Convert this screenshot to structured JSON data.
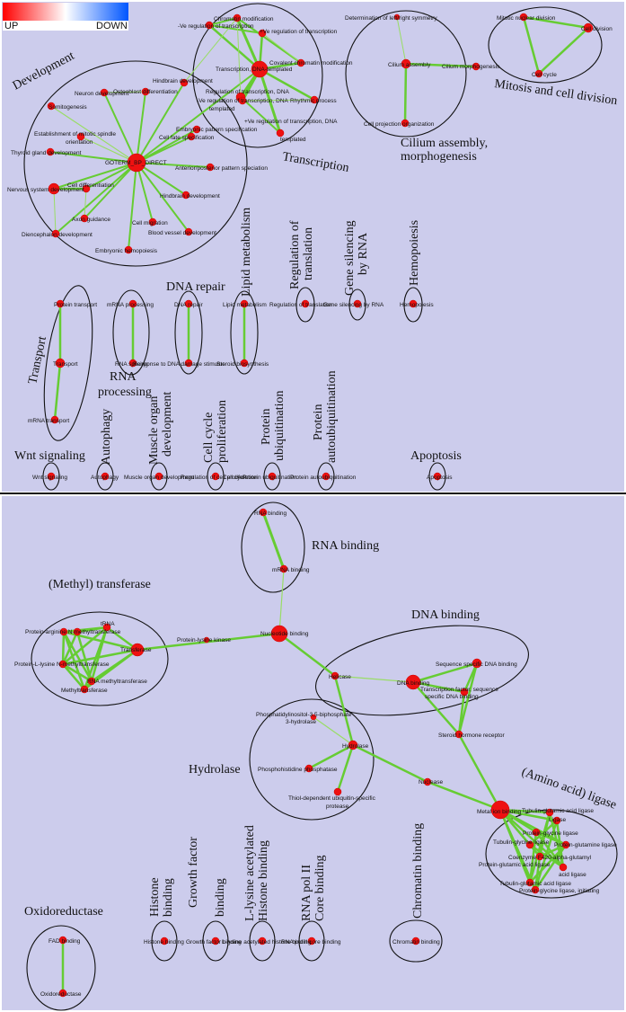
{
  "legend": {
    "up": "UP",
    "down": "DOWN",
    "colors": [
      "#ff0000",
      "#ffffff",
      "#0055ff"
    ]
  },
  "node_color": "#ee1111",
  "edge_color": "#66cc33",
  "background": "#ccccec",
  "groups": {
    "development": "Development",
    "transcription": "Transcription",
    "cilium_line1": "Cilium assembly,",
    "cilium_line2": "morphogenesis",
    "mitosis": "Mitosis and cell division",
    "lipid": "Lipid metabolism",
    "translation_line1": "Regulation of",
    "translation_line2": "translation",
    "gene_silencing_line1": "Gene silencing",
    "gene_silencing_line2": "by RNA",
    "hemopoiesis": "Hemopoiesis",
    "dna_repair": "DNA repair",
    "transport": "Transport",
    "rna_processing_line1": "RNA",
    "rna_processing_line2": "processing",
    "autophagy": "Autophagy",
    "muscle_line1": "Muscle organ",
    "muscle_line2": "development",
    "cell_cycle_line1": "Cell cycle",
    "cell_cycle_line2": "proliferation",
    "protein_ubiq_line1": "Protein",
    "protein_ubiq_line2": "ubiquitination",
    "protein_auto_line1": "Protein",
    "protein_auto_line2": "autoubiquitination",
    "wnt": "Wnt signaling",
    "apoptosis": "Apoptosis",
    "rna_binding": "RNA binding",
    "methyl_transferase": "(Methyl) transferase",
    "dna_binding": "DNA binding",
    "hydrolase": "Hydrolase",
    "amino_acid_ligase": "(Amino acid) ligase",
    "chromatin_binding": "Chromatin binding",
    "oxidoreductase": "Oxidoreductase",
    "histone_binding_line1": "Histone",
    "histone_binding_line2": "binding",
    "growth_factor_line1": "Growth factor",
    "growth_factor_line2": "binding",
    "lysine_acetyl_line1": "L-lysine acetylated",
    "lysine_acetyl_line2": "Histone binding",
    "rna_pol_line1": "RNA pol II",
    "rna_pol_line2": "Core binding"
  },
  "nodes": {
    "chromatin_modification": "Chromatin modification",
    "determination_lr": "Determination of left/right symmetry",
    "neg_reg_transcription": "-Ve regulation of transcription",
    "pos_reg_transcription": "+Ve regulation of transcription",
    "transcription_dna_templated": "Transcription, DNA-templated",
    "covalent_chromatin": "Covalent chromatin modification",
    "reg_transcription": "Regulation of transcription, DNA",
    "neg_reg_transcription_dna": "-Ve regulation of transcription, DNA",
    "templated": "templated",
    "rhythmic_process": "Rhythmic process",
    "pos_reg_transcription_dna": "+Ve regulation of transcription, DNA",
    "templated2": "templated",
    "mitotic_nuclear_division": "Mitotic nuclear division",
    "cell_division": "Cell division",
    "cell_cycle": "Cell cycle",
    "cilium_assembly": "Cilium assembly",
    "cilium_morphogenesis": "Cilium morphogenesis",
    "cell_projection": "Cell projection organization",
    "hindbrain_dev": "Hindbrain development",
    "neuron_dev": "Neuron development",
    "osteoblast_diff": "Osteoblast differentiation",
    "somitogenesis": "Somitogenesis",
    "embryonic_pattern": "Embryonic pattern specification",
    "mitotic_spindle_1": "Establishment of mitotic spindle",
    "mitotic_spindle_2": "orientation",
    "thyroid_dev": "Thyroid gland development",
    "cell_fate": "Cell fate specification",
    "goterm": "GOTERM_BP_DIRECT",
    "nervous_system_dev": "Nervous system development",
    "cell_diff": "Cell differentiation",
    "anterior_posterior": "Anterior/posterior pattern speciation",
    "hindbrain_dev2": "Hindbrain development",
    "axon_guidance": "Axon guidance",
    "diencephalon_dev": "Diencephalon development",
    "cell_migration": "Cell migration",
    "blood_vessel_dev": "Blood vessel development",
    "embryonic_hemopoiesis": "Embryonic hemopoiesis",
    "protein_transport": "Protein transport",
    "mrna_processing": "mRNA processing",
    "dna_repair_node": "DNA repair",
    "lipid_metabolism_node": "Lipid metabolism",
    "regulation_translation_node": "Regulation of translation",
    "gene_silencing_node": "Gene silencing by RNA",
    "hemopoiesis_node": "Hemopoiesis",
    "transport_node": "Transport",
    "rna_splicing": "RNA splicing",
    "response_dna_damage": "Response to DNA damage stimulus",
    "steroid_biosynthesis": "Steroid biosynthesis",
    "mrna_transport": "mRNA transport",
    "wnt_node": "Wnt signaling",
    "autophagy_node": "Autophagy",
    "muscle_node": "Muscle organ development",
    "cell_prolif_node": "Regulation of cell proliferation",
    "cell_cycle_node": "Cell cycle",
    "protein_ubiq_node": "Protein ubiquitination",
    "protein_auto_node": "Protein autoubiquitination",
    "apoptosis_node": "Apoptosis",
    "rna_binding_node": "RNA binding",
    "mrna_binding": "mRNA binding",
    "nucleotide_binding": "Nucleotide binding",
    "protein_lysine_kinase": "Protein-lysine kinase",
    "trna": "tRNA",
    "protein_arginine_mt": "Protein-arginine N-methyltransferase",
    "transferase": "Transferase",
    "protein_lysine_mt": "Protein-L-lysine N-methyltransferase",
    "rna_mt": "RNA methyltransferase",
    "methyltransferase": "Methyltransferase",
    "helicase": "Helicase",
    "dna_binding_node": "DNA binding",
    "sequence_specific": "Sequence specific DNA binding",
    "tf_seq_1": "Transcription factor, sequence",
    "tf_seq_2": "specific DNA binding",
    "steroid_receptor": "Steroid hormone receptor",
    "phosphatidyl_1": "Phosphatidylinositol-3,5-biphosphate",
    "phosphatidyl_2": "3-hydrolase",
    "hydrolase_node": "Hydrolase",
    "phosphohistidine": "Phosphohistidine phosphatase",
    "thiol_1": "Thiol-dependent ubiquitin-specific",
    "thiol_2": "protease",
    "nuclease": "Nuclease",
    "metal_ion": "Metal ion binding",
    "glutamic_ligase": "Tubulin-glutamic acid ligase",
    "ligase": "Ligase",
    "protein_glutamine_ligase": "Protein-glutamine ligase",
    "tubulin_glycine": "Tubulin-glycine ligase",
    "protein_glycine_ligase": "Protein-glycine ligase",
    "coenzyme_f420": "Coenzyme F420-alpha-glutamyl",
    "protein_glutamic": "Protein-glutamic acid ligase",
    "glutamic_acid_ligase": "acid ligase",
    "tubulin_glutamic2": "Tubulin-glutamic acid ligase",
    "protein_glycine_init": "Protein-glycine ligase, initiating",
    "chromatin_binding_node": "Chromatin binding",
    "fad_binding": "FAD binding",
    "oxidoreductase_node": "Oxidoreductase",
    "histone_binding_node": "Histone binding",
    "growth_factor_node": "Growth factor binding",
    "lysine_acetyl_node": "L-lysine acetylated histone binding",
    "rna_pol_node": "RNA pol II core binding"
  }
}
